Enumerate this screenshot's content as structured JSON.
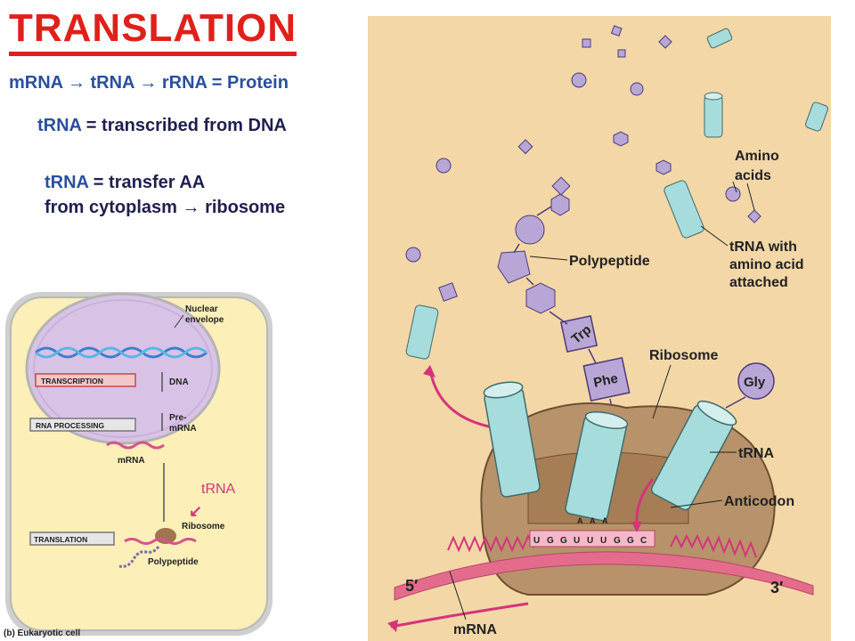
{
  "title": "TRANSLATION",
  "line1": {
    "a": "mRNA",
    "arrow": "→",
    "b": "tRNA",
    "c": "rRNA = Protein"
  },
  "line2": {
    "blue": "tRNA",
    "rest": " = transcribed from DNA"
  },
  "line3": {
    "blue": "tRNA",
    "rest": " = transfer AA"
  },
  "line4": {
    "text": "from cytoplasm",
    "arrow": "→",
    "end": "ribosome"
  },
  "cell": {
    "nuclear_envelope": [
      "Nuclear",
      "envelope"
    ],
    "transcription": "TRANSCRIPTION",
    "dna": "DNA",
    "rna_processing": "RNA PROCESSING",
    "pre_mrna": [
      "Pre-",
      "mRNA"
    ],
    "mrna": "mRNA",
    "trna_label": "tRNA",
    "trna_arrow": "↙",
    "ribosome": "Ribosome",
    "translation": "TRANSLATION",
    "polypeptide": "Polypeptide",
    "caption": "(b) Eukaryotic cell"
  },
  "main": {
    "amino_acids": [
      "Amino",
      "acids"
    ],
    "trna_with": [
      "tRNA with",
      "amino acid",
      "attached"
    ],
    "polypeptide": "Polypeptide",
    "trp": "Trp",
    "phe": "Phe",
    "ribosome": "Ribosome",
    "gly": "Gly",
    "trna": "tRNA",
    "anticodon": "Anticodon",
    "codons": [
      "U",
      "G",
      "G",
      "U",
      "U",
      "U",
      "G",
      "G",
      "C"
    ],
    "anticodon_letters": [
      "A",
      "A",
      "A"
    ],
    "five_prime": "5′",
    "three_prime": "3′",
    "mrna": "mRNA"
  },
  "colors": {
    "title_red": "#e0201a",
    "blue_text": "#2a4f9e",
    "panel_bg": "#f3d7a7",
    "ribosome": "#b8926a",
    "trna": "#a7dcdc",
    "amino": "#b8a6d6",
    "mrna_pink": "#e36c8c"
  }
}
